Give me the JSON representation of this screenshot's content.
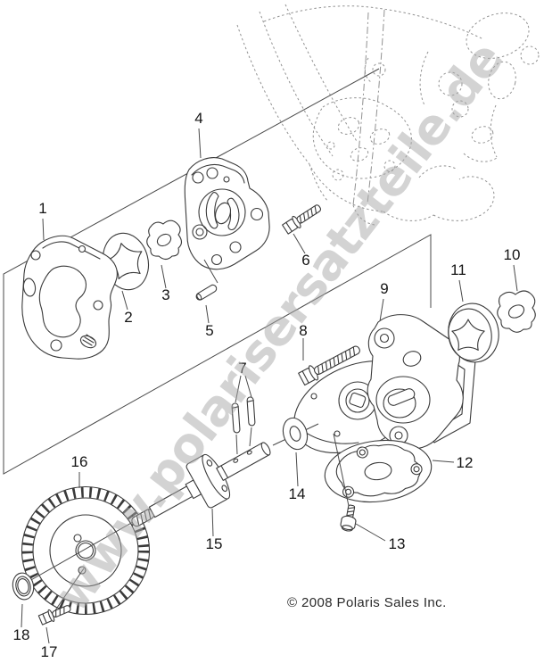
{
  "diagram": {
    "callouts": [
      {
        "label": "1"
      },
      {
        "label": "2"
      },
      {
        "label": "3"
      },
      {
        "label": "4"
      },
      {
        "label": "5"
      },
      {
        "label": "6"
      },
      {
        "label": "7"
      },
      {
        "label": "8"
      },
      {
        "label": "9"
      },
      {
        "label": "10"
      },
      {
        "label": "11"
      },
      {
        "label": "12"
      },
      {
        "label": "13"
      },
      {
        "label": "14"
      },
      {
        "label": "15"
      },
      {
        "label": "16"
      },
      {
        "label": "17"
      },
      {
        "label": "18"
      }
    ]
  },
  "watermark": {
    "text": "www.polarisersatzteile.de"
  },
  "footer": {
    "copyright": "© 2008 Polaris Sales Inc."
  },
  "colors": {
    "line": "#3a3a3a",
    "phantom_line": "#919191",
    "watermark": "#c9c9c9",
    "background": "#ffffff"
  }
}
